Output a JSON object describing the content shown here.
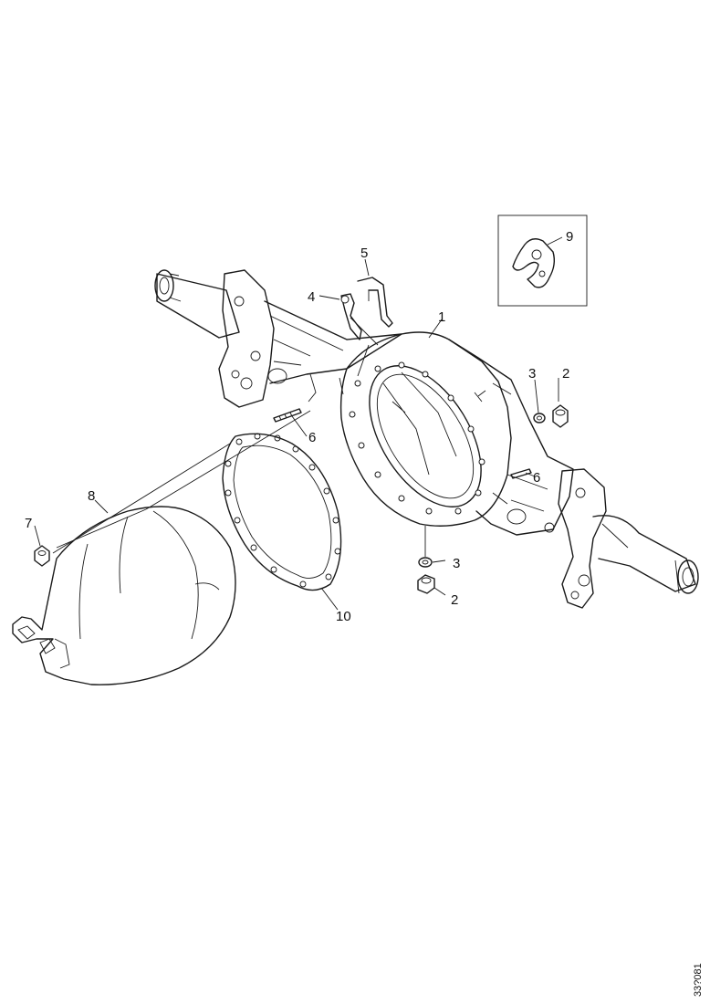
{
  "drawing_id": "33?081",
  "callouts": {
    "housing": "1",
    "nut_right": "2",
    "washer_right": "3",
    "bolt_top": "4",
    "bracket_top": "5",
    "stud_center": "6",
    "stud_right": "6",
    "nut_left": "7",
    "carrier": "8",
    "inset_part": "9",
    "gasket": "10",
    "nut_bottom": "2",
    "washer_bottom": "3"
  }
}
